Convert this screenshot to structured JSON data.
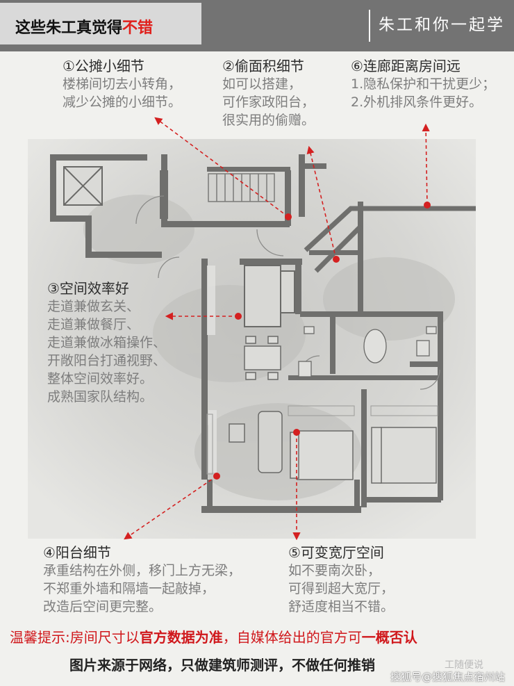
{
  "header": {
    "title_prefix": "这些朱工真觉得",
    "title_highlight": "不错",
    "slogan": "朱工和你一起学"
  },
  "notes": [
    {
      "title": "①公摊小细节",
      "lines": [
        "楼梯间切去小转角，",
        "减少公摊的小细节。"
      ]
    },
    {
      "title": "②偷面积细节",
      "lines": [
        "如可以搭建，",
        "可作家政阳台，",
        "很实用的偷赠。"
      ]
    },
    {
      "title": "⑥连廊距离房间远",
      "lines": [
        "1.隐私保护和干扰更少；",
        "2.外机排风条件更好。"
      ]
    },
    {
      "title": "③空间效率好",
      "lines": [
        "走道兼做玄关、",
        "走道兼做餐厅、",
        "走道兼做冰箱操作、",
        "开敞阳台打通视野、",
        "整体空间效率好。",
        "成熟国家队结构。"
      ]
    },
    {
      "title": "④阳台细节",
      "lines": [
        "承重结构在外侧，移门上方无梁，",
        "不郑重外墙和隔墙一起敲掉，",
        "改造后空间更完整。"
      ]
    },
    {
      "title": "⑤可变宽厅空间",
      "lines": [
        "如不要南次卧，",
        "可得到超大宽厅，",
        "舒适度相当不错。"
      ]
    }
  ],
  "footer": {
    "warn_pre": "温馨提示:房间尺寸以",
    "warn_bold1": "官方数据为准",
    "warn_mid": "，自媒体给出的官方可",
    "warn_bold2": "一概否认",
    "disclaimer": "图片来源于网络，只做建筑师测评，不做任何推销",
    "watermark_faint": "工随便说",
    "watermark": "搜狐号@搜狐焦点宿州站"
  },
  "colors": {
    "accent_red": "#e0201c",
    "header_bg": "#737373",
    "note_gray": "#7d7d7d"
  }
}
